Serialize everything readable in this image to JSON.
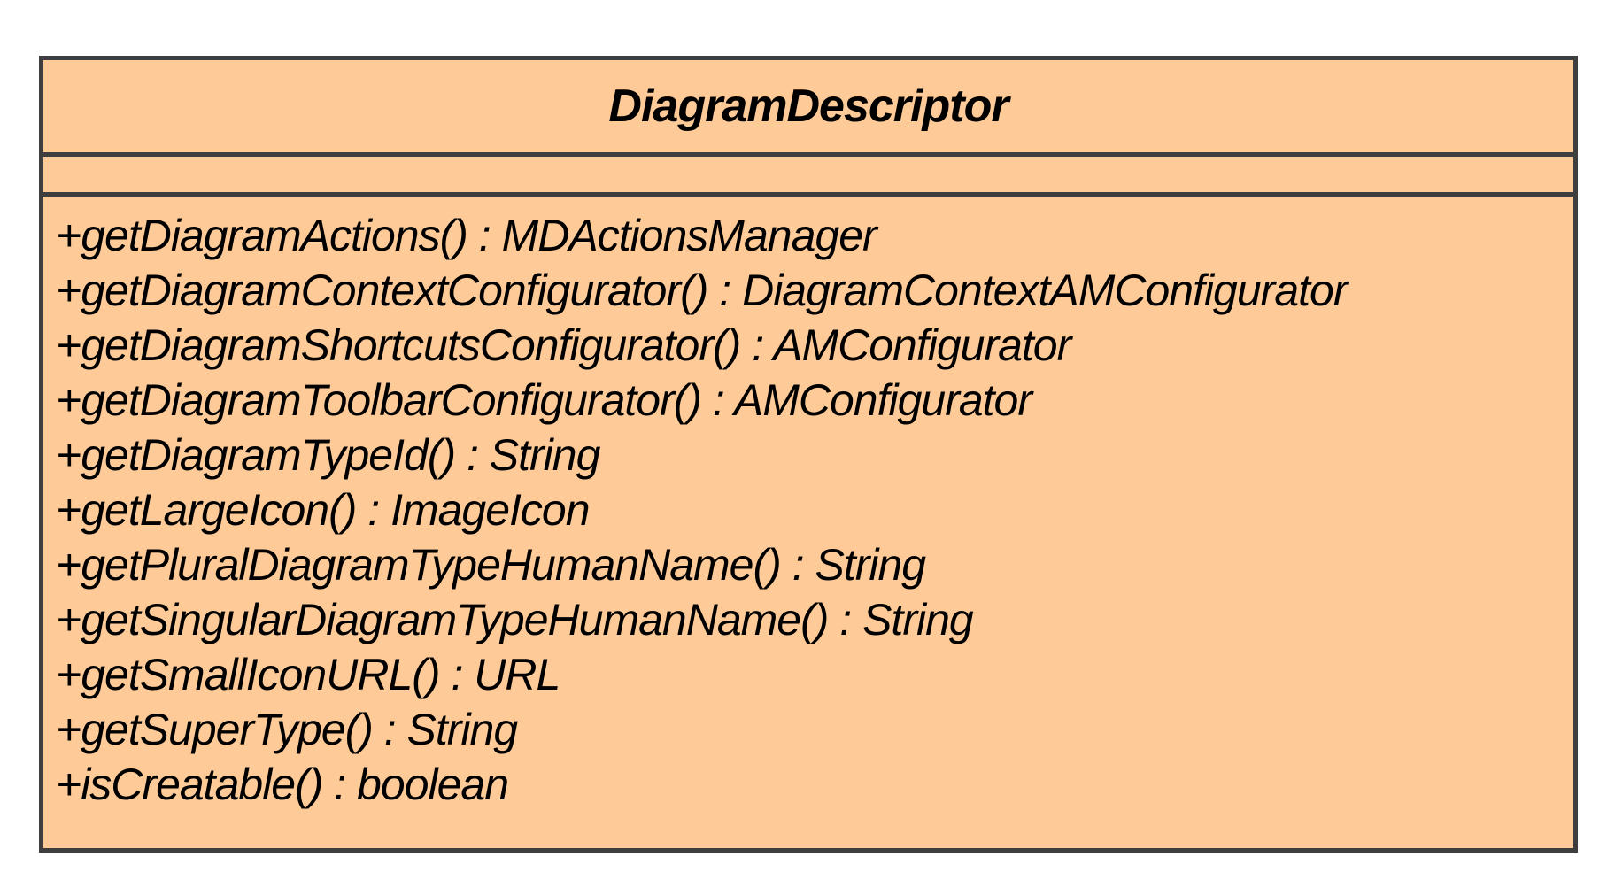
{
  "page": {
    "background": "#FFFFFF"
  },
  "uml_class": {
    "name": "DiagramDescriptor",
    "attributes": [],
    "operations": [
      "+getDiagramActions() : MDActionsManager",
      "+getDiagramContextConfigurator() : DiagramContextAMConfigurator",
      "+getDiagramShortcutsConfigurator() : AMConfigurator",
      "+getDiagramToolbarConfigurator() : AMConfigurator",
      "+getDiagramTypeId() : String",
      "+getLargeIcon() : ImageIcon",
      "+getPluralDiagramTypeHumanName() : String",
      "+getSingularDiagramTypeHumanName() : String",
      "+getSmallIconURL() : URL",
      "+getSuperType() : String",
      "+isCreatable() : boolean"
    ],
    "style": {
      "fill": "#FECB98",
      "border": "#3E3E3E",
      "text": "#000000"
    }
  }
}
